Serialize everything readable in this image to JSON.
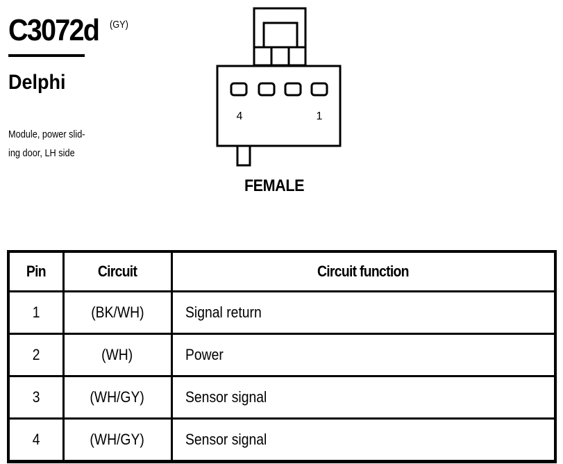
{
  "connector": {
    "id": "C3072d",
    "color_code": "(GY)",
    "manufacturer": "Delphi",
    "description_lines": [
      "Module, power slid-",
      "ing door, LH side"
    ],
    "gender_label": "FEMALE",
    "cavity_labels": {
      "left": "4",
      "right": "1"
    }
  },
  "table": {
    "headers": {
      "pin": "Pin",
      "circuit": "Circuit",
      "function": "Circuit function"
    },
    "rows": [
      {
        "pin": "1",
        "circuit": "(BK/WH)",
        "function": "Signal return"
      },
      {
        "pin": "2",
        "circuit": "(WH)",
        "function": "Power"
      },
      {
        "pin": "3",
        "circuit": "(WH/GY)",
        "function": "Sensor signal"
      },
      {
        "pin": "4",
        "circuit": "(WH/GY)",
        "function": "Sensor signal"
      }
    ]
  }
}
